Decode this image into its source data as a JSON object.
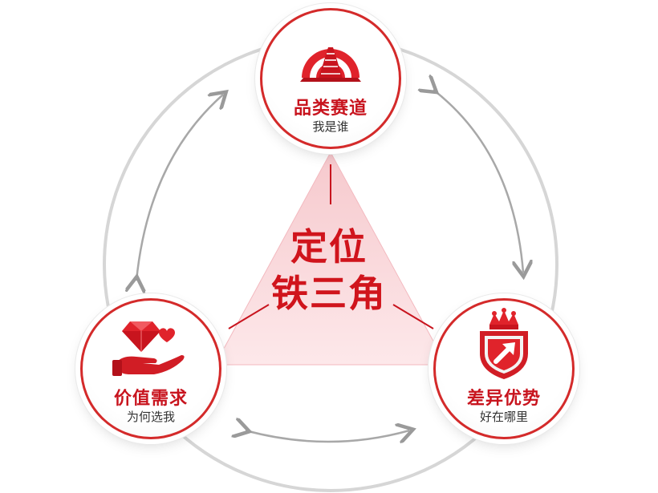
{
  "center": {
    "line1": "定位",
    "line2": "铁三角"
  },
  "nodes": {
    "top": {
      "title": "品类赛道",
      "subtitle": "我是谁",
      "icon": "target-railway-icon"
    },
    "left": {
      "title": "价值需求",
      "subtitle": "为何选我",
      "icon": "diamond-hand-icon"
    },
    "right": {
      "title": "差异优势",
      "subtitle": "好在哪里",
      "icon": "crown-shield-icon"
    }
  },
  "colors": {
    "accent": "#d42a2a",
    "title": "#c8141e",
    "triangle": "#fbe1e3",
    "ring": "#cfcfcf"
  }
}
